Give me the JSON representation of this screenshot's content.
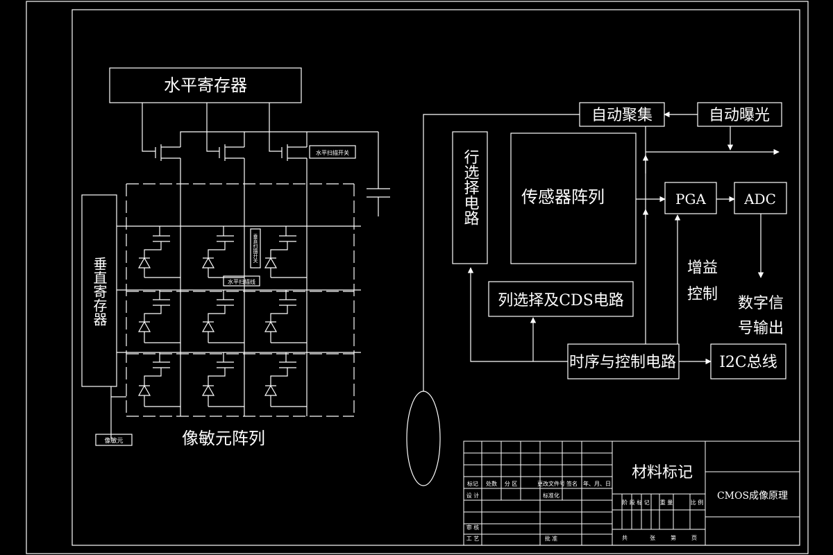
{
  "colors": {
    "background": "#000000",
    "line": "#ffffff"
  },
  "labels": {
    "horizontal_register": "水平寄存器",
    "horizontal_scan_switch": "水平扫描开关",
    "vertical_register": "垂直寄存器",
    "vertical_scan_switch": "垂直扫描开关",
    "horizontal_scan_line": "水平扫描线",
    "pixel_element": "像敏元",
    "pixel_array": "像敏元阵列",
    "row_select_circuit": "行选择电路",
    "sensor_array": "传感器阵列",
    "column_select_cds": "列选择及CDS电路",
    "timing_control": "时序与控制电路",
    "auto_focus": "自动聚集",
    "auto_exposure": "自动曝光",
    "pga": "PGA",
    "adc": "ADC",
    "gain_control_1": "增益",
    "gain_control_2": "控制",
    "digital_output_1": "数字信",
    "digital_output_2": "号输出",
    "i2c_bus": "I2C总线"
  },
  "title_block": {
    "material_mark": "材料标记",
    "drawing_title": "CMOS成像原理",
    "header_row": [
      "标记",
      "处数",
      "分 区",
      "更改文件号",
      "签名",
      "年、月、日"
    ],
    "design": "设 计",
    "standardization": "标准化",
    "review": "审 核",
    "process": "工 艺",
    "approve": "批 准",
    "stage_headers": [
      "阶 段 标 记",
      "重 量",
      "比 例"
    ],
    "sheet_info": [
      "共",
      "张",
      "第",
      "页"
    ]
  }
}
